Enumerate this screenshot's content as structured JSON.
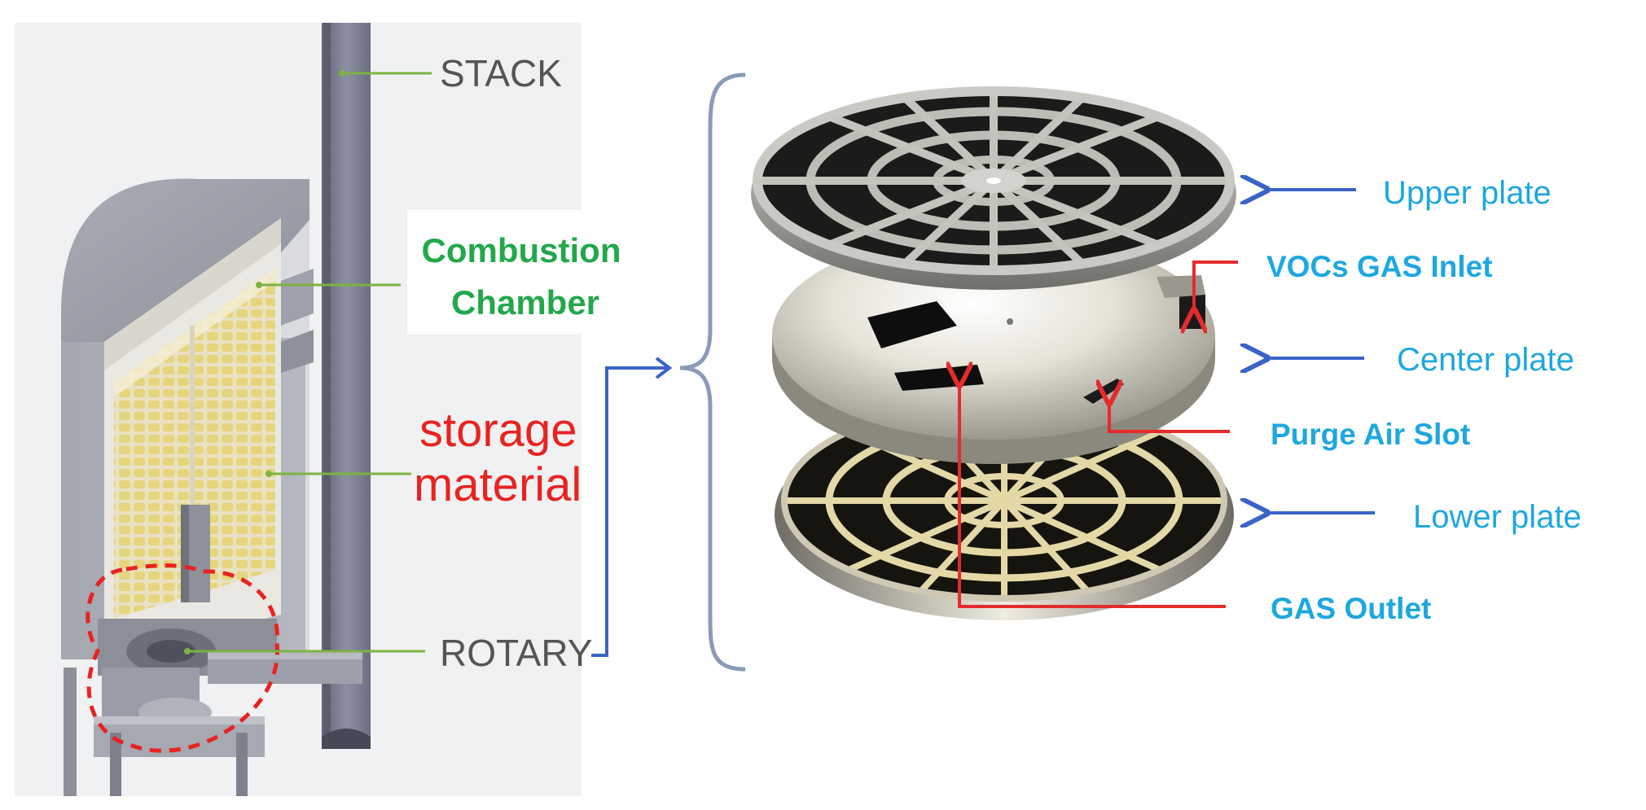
{
  "labels": {
    "stack": "STACK",
    "combustion_line1": "Combustion",
    "combustion_line2": "Chamber",
    "storage_line1": "storage",
    "storage_line2": "material",
    "rotary": "ROTARY",
    "upper_plate": "Upper plate",
    "vocs_inlet": "VOCs GAS Inlet",
    "center_plate": "Center plate",
    "purge_air_slot": "Purge Air Slot",
    "lower_plate": "Lower plate",
    "gas_outlet": "GAS Outlet"
  },
  "colors": {
    "leader_green": "#7cb342",
    "combustion_green": "#22a84a",
    "storage_red": "#e8231f",
    "arrow_blue": "#3a63c8",
    "label_cyan": "#1ea7e0",
    "gas_red": "#e52b2b",
    "label_gray": "#555555",
    "brace_gray": "#8a9bb8"
  }
}
